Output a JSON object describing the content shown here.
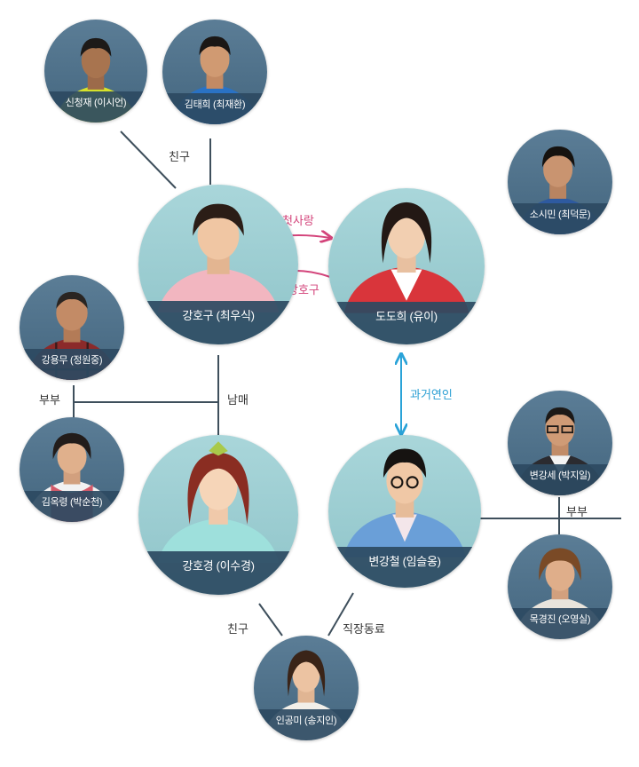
{
  "colors": {
    "line": "#3e4f5c",
    "pink_arrow": "#d3437a",
    "blue_arrow": "#2aa3d8",
    "small_bg": "#4d6f88",
    "large_bg": "#9ccfd3",
    "band": "#2c4a62"
  },
  "characters": {
    "shin_cheongjae": "신청재 (이시언)",
    "kim_taehui": "김태희 (최재환)",
    "so_simin": "소시민 (최덕문)",
    "kang_hogu": "강호구 (최우식)",
    "do_dohui": "도도희 (유이)",
    "kang_yongmu": "강용무 (정원중)",
    "kim_okryeong": "김옥령 (박순천)",
    "kang_hogyeong": "강호경 (이수경)",
    "byeon_gangcheol": "변강철 (임슬옹)",
    "byeon_gangse": "변강세 (박지일)",
    "mok_gyeongjin": "목경진 (오영실)",
    "in_gongmi": "인공미 (송지인)"
  },
  "relations": {
    "friend_top": "친구",
    "first_love": "첫사랑",
    "crush": "상호구",
    "siblings": "남매",
    "ex_lovers": "과거연인",
    "couple_left": "부부",
    "couple_right": "부부",
    "friend_bottom": "친구",
    "coworker": "직장동료"
  }
}
